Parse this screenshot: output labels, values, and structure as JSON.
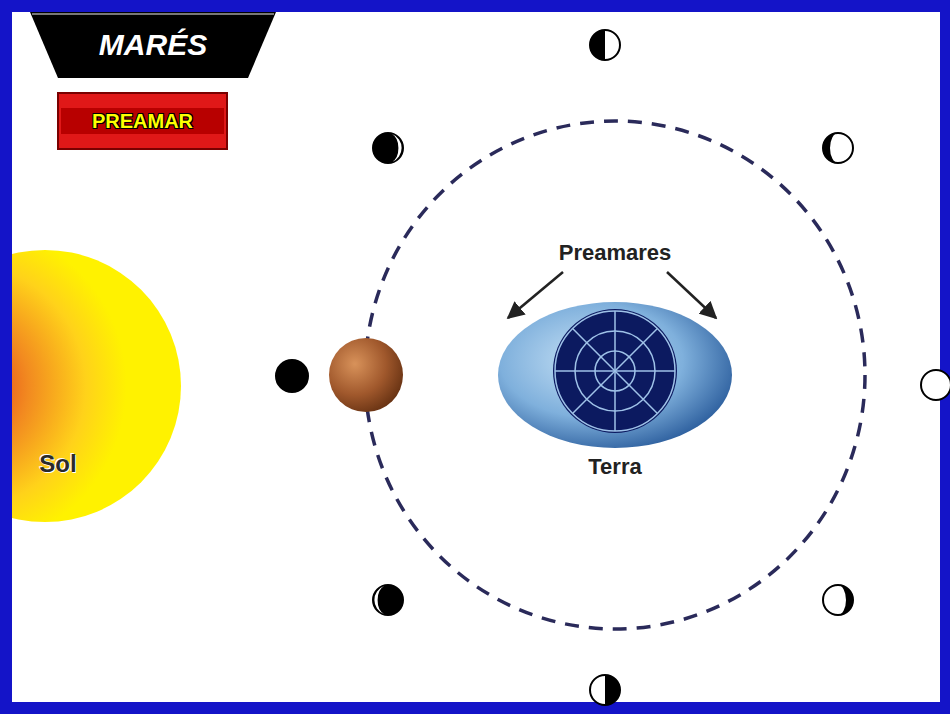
{
  "diagram": {
    "nodes": [
      {
        "text": [
          "MARÉS"
        ]
      },
      {
        "text": [
          "PREAMAR"
        ]
      },
      {
        "text": [
          "Sol"
        ]
      },
      {
        "text": [
          "Terra"
        ]
      }
    ],
    "labels": [
      "Preamares"
    ]
  }
}
